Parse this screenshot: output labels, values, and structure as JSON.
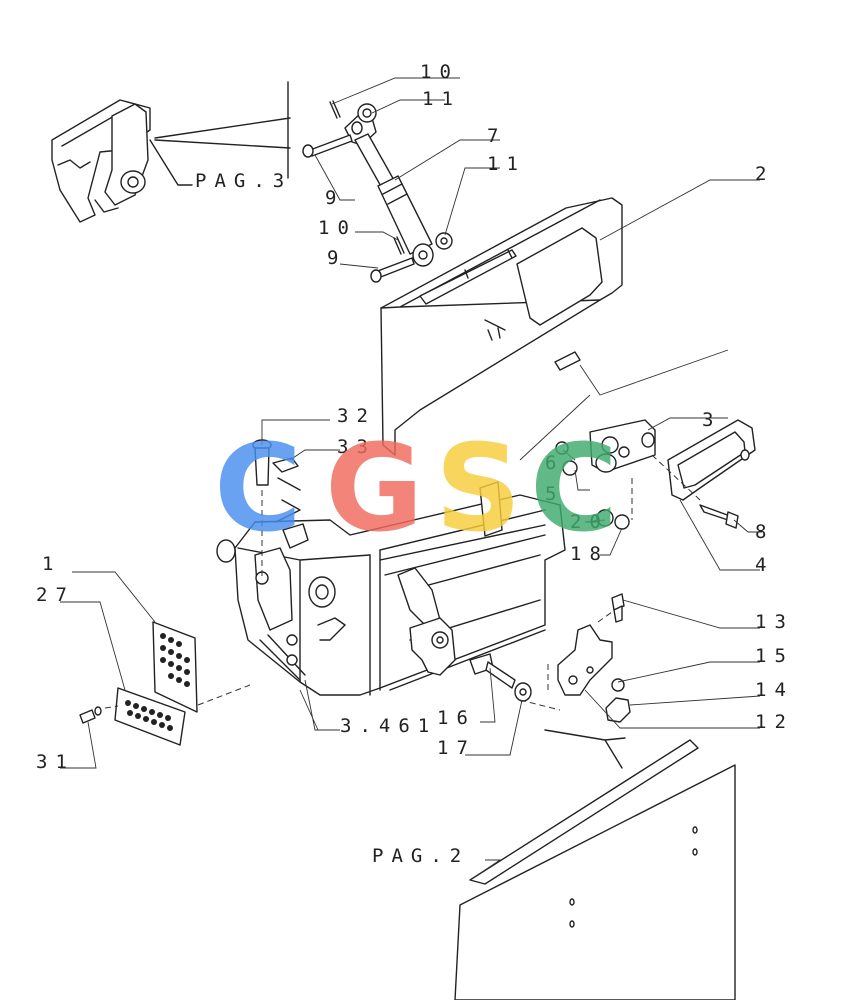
{
  "labels": {
    "l1": "1",
    "l2": "2",
    "l3": "3",
    "l3461": "3.461",
    "l4": "4",
    "l5": "5",
    "l6": "6",
    "l7": "7",
    "l8": "8",
    "l9a": "9",
    "l9b": "9",
    "l10a": "10",
    "l10b": "10",
    "l11a": "11",
    "l11b": "11",
    "l12": "12",
    "l13": "13",
    "l14": "14",
    "l15": "15",
    "l16": "16",
    "l17": "17",
    "l18": "18",
    "l20": "20",
    "l27": "27",
    "l31": "31",
    "l32": "32",
    "l33": "33",
    "pag3": "PAG.3",
    "pag2": "PAG.2"
  },
  "watermark": {
    "letters": [
      "C",
      "G",
      "S",
      "C"
    ],
    "colors": [
      "#4a8ef0",
      "#f06a5e",
      "#f7cd3a",
      "#3faa6e"
    ]
  }
}
